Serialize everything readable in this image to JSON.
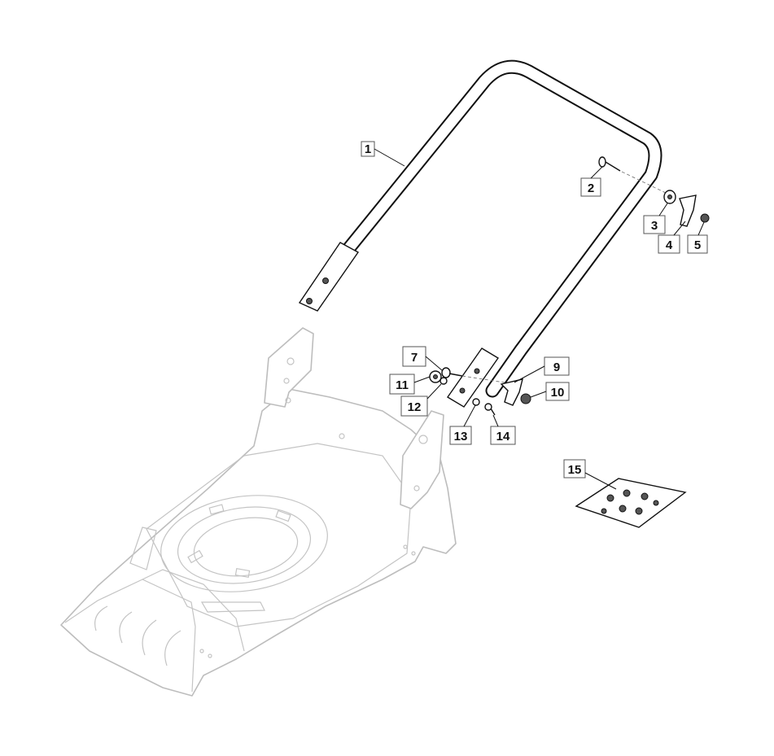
{
  "callouts": [
    {
      "id": "1",
      "label": "1"
    },
    {
      "id": "2",
      "label": "2"
    },
    {
      "id": "3",
      "label": "3"
    },
    {
      "id": "4",
      "label": "4"
    },
    {
      "id": "5",
      "label": "5"
    },
    {
      "id": "7",
      "label": "7"
    },
    {
      "id": "9",
      "label": "9"
    },
    {
      "id": "10",
      "label": "10"
    },
    {
      "id": "11",
      "label": "11"
    },
    {
      "id": "12",
      "label": "12"
    },
    {
      "id": "13",
      "label": "13"
    },
    {
      "id": "14",
      "label": "14"
    },
    {
      "id": "15",
      "label": "15"
    }
  ]
}
